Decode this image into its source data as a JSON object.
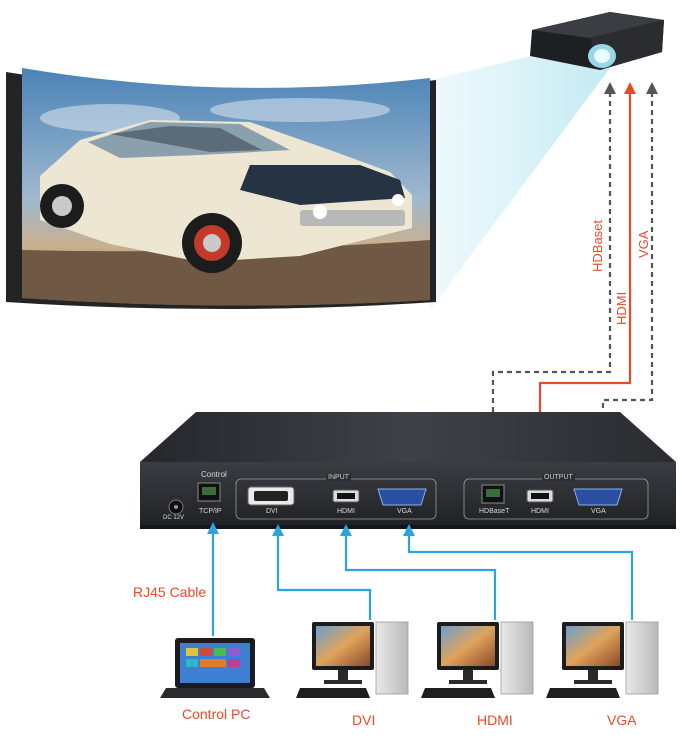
{
  "device": {
    "control_label": "Control",
    "tcpip_label": "TCP/IP",
    "dc_label": "DC 12V",
    "input_group_label": "INPUT",
    "output_group_label": "OUTPUT",
    "input_ports": {
      "dvi": "DVI",
      "hdmi": "HDMI",
      "vga": "VGA"
    },
    "output_ports": {
      "hdbaset": "HDBaseT",
      "hdmi": "HDMI",
      "vga": "VGA"
    }
  },
  "signal_labels": {
    "hdbaset": "HDBaset",
    "hdmi": "HDMI",
    "vga": "VGA"
  },
  "cable_label": "RJ45 Cable",
  "sources": {
    "control_pc": "Control PC",
    "dvi": "DVI",
    "hdmi": "HDMI",
    "vga": "VGA"
  },
  "colors": {
    "cable_blue": "#2aa4de",
    "hdmi_red": "#e8492a",
    "dashed_gray": "#555555",
    "label_red": "#e8492a"
  }
}
